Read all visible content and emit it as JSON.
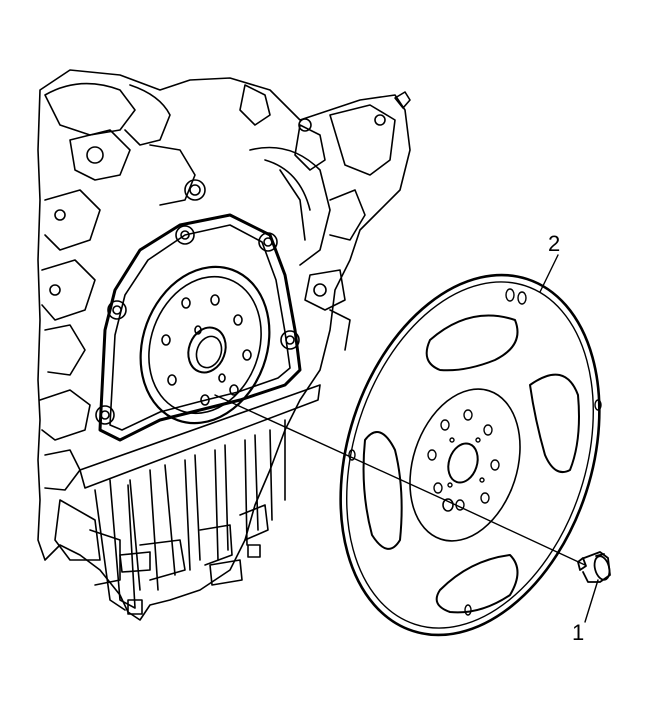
{
  "callouts": [
    {
      "label": "1",
      "part": "bolt"
    },
    {
      "label": "2",
      "part": "flexplate"
    }
  ],
  "colors": {
    "line": "#000000",
    "background": "#ffffff"
  }
}
